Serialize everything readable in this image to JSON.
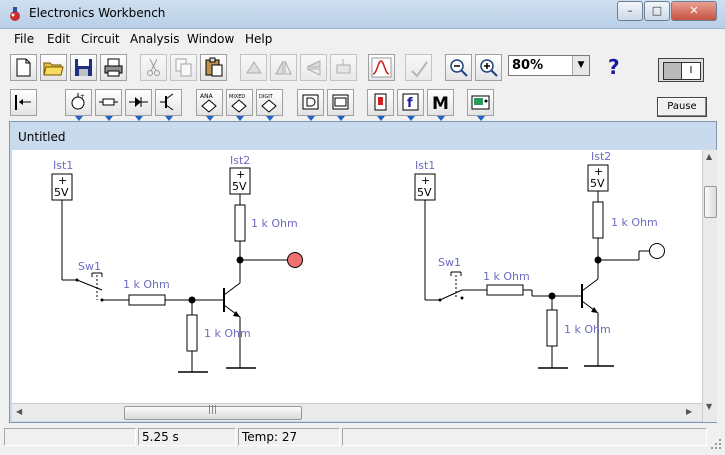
{
  "window": {
    "title": "Electronics Workbench",
    "minimize_glyph": "–",
    "maximize_glyph": "□",
    "close_glyph": "✕"
  },
  "menu": [
    "File",
    "Edit",
    "Circuit",
    "Analysis",
    "Window",
    "Help"
  ],
  "toolbar": {
    "zoom_value": "80%",
    "help_glyph": "?",
    "pause_label": "Pause",
    "power_switch_label": "I",
    "ana_label": "ANA",
    "mixed_label": "MIXED",
    "digit_label": "DIGIT",
    "func_label": "f",
    "meters_label": "M"
  },
  "document": {
    "title": "Untitled"
  },
  "circuit": {
    "source_label_1": "Ist1",
    "source_label_2": "Ist2",
    "voltage": "5V",
    "plus": "+",
    "switch_label": "Sw1",
    "resistor_label": "1 k Ohm"
  },
  "status": {
    "time": "5.25 s",
    "temp": "Temp:  27"
  },
  "colors": {
    "indicator_lit": "#f07070",
    "indicator_off": "#ffffff",
    "component_label": "#6b6bc0"
  }
}
